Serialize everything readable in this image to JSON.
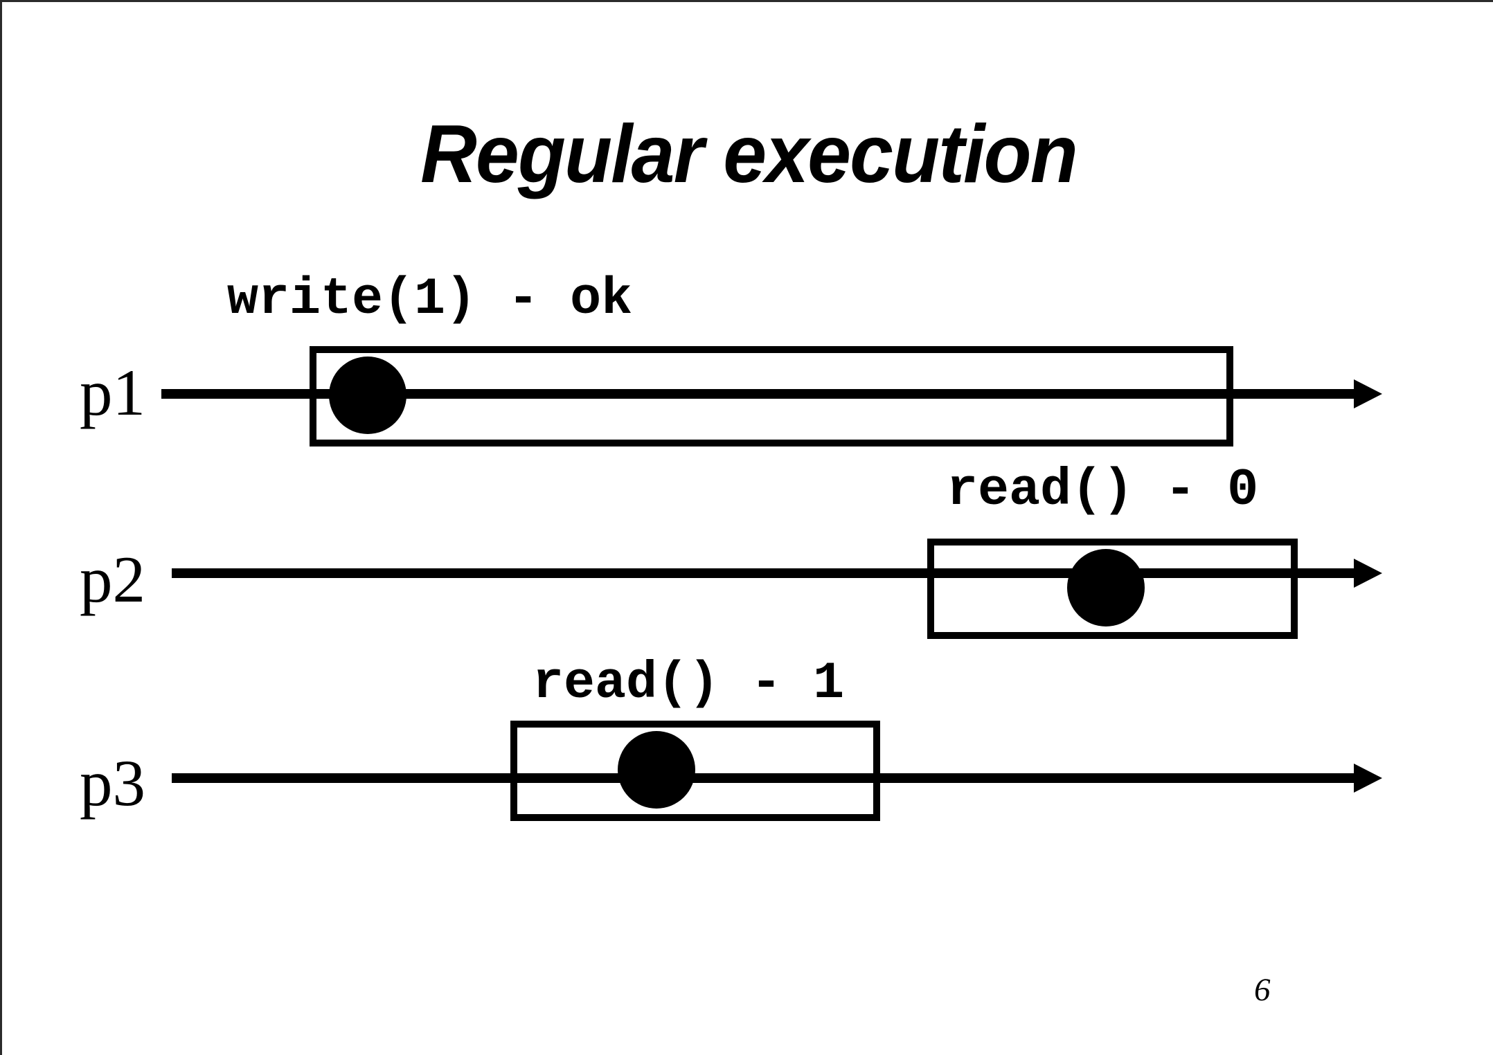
{
  "slide": {
    "title": "Regular execution",
    "page_number": "6"
  },
  "processes": [
    {
      "label": "p1",
      "operation_label": "write(1) - ok"
    },
    {
      "label": "p2",
      "operation_label": "read() - 0"
    },
    {
      "label": "p3",
      "operation_label": "read() - 1"
    }
  ],
  "colors": {
    "ink": "#000000",
    "background": "#ffffff",
    "frame": "#2b2b2b"
  }
}
